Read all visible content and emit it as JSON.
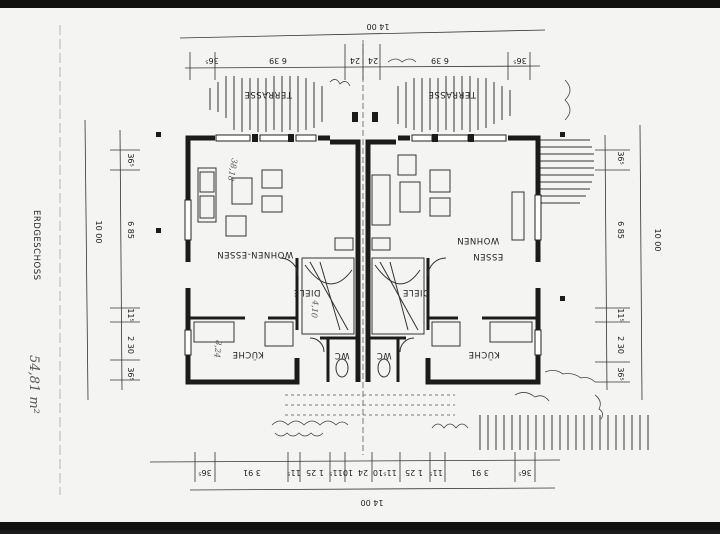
{
  "plan": {
    "floor_label": "ERDGESCHOSS",
    "area_note": "54,81 m²",
    "rooms": {
      "terrace_left": "TERRASSE",
      "terrace_right": "TERRASSE",
      "living_left": "WOHNEN-ESSEN",
      "living_right_1": "ESSEN",
      "living_right_2": "WOHNEN",
      "hall_left": "DIELE",
      "hall_right": "DIELE",
      "kitchen_left": "KÜCHE",
      "kitchen_right": "KÜCHE",
      "wc_left": "WC",
      "wc_right": "WC"
    },
    "notes": {
      "area_living": "38,18",
      "area_kitchen": "8,24",
      "area_hall": "4,10"
    },
    "dims": {
      "top_total": "14 00",
      "bottom_total": "14 00",
      "top_36_left": "36⁵",
      "top_639_left": "6 39",
      "top_24": "24",
      "top_24b": "24",
      "top_639_right": "6 39",
      "top_36_right": "36⁵",
      "bottom_36_left": "36⁵",
      "bottom_391_left": "3 91",
      "bottom_115a": "11⁵",
      "bottom_125": "1 25",
      "bottom_115b": "11⁵",
      "bottom_10a": "10",
      "bottom_24": "24",
      "bottom_10b": "10",
      "bottom_115c": "11⁵",
      "bottom_125b": "1 25",
      "bottom_115d": "11⁵",
      "bottom_391_right": "3 91",
      "bottom_36_right": "36⁵",
      "left_total": "10 00",
      "left_365": "36⁵",
      "left_685": "6 85",
      "left_115": "11⁵",
      "left_230": "2 30",
      "left_365b": "36⁵",
      "right_total": "10 00",
      "right_365": "36⁵",
      "right_685": "6 85",
      "right_115": "11⁵",
      "right_230": "2 30",
      "right_365b": "36⁵"
    }
  }
}
